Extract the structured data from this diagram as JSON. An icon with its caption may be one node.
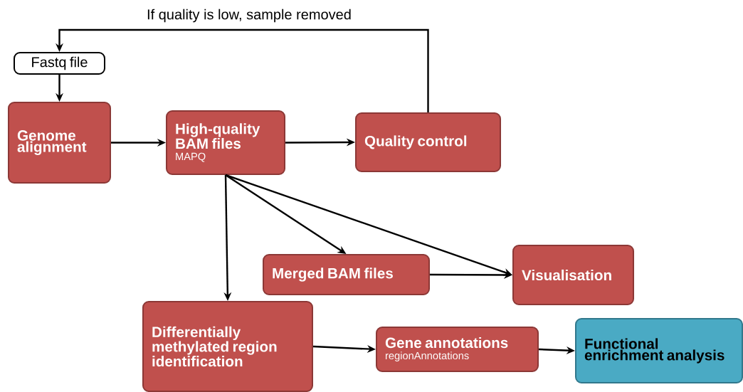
{
  "diagram": {
    "nodes": [
      {
        "text": [
          "Fastq file"
        ]
      },
      {
        "text": [
          "Genome alignment"
        ]
      },
      {
        "text": [
          "High-quality BAM files",
          "MAPQ"
        ]
      },
      {
        "text": [
          "Quality control"
        ]
      },
      {
        "text": [
          "Merged BAM files"
        ]
      },
      {
        "text": [
          "Visualisation"
        ]
      },
      {
        "text": [
          "Differentially methylated region identification"
        ]
      },
      {
        "text": [
          "Gene annotations",
          "regionAnnotations"
        ]
      },
      {
        "text": [
          "Functional enrichment analysis"
        ]
      }
    ],
    "edges": [
      {
        "from": 0,
        "to": 1,
        "arrow": "to"
      },
      {
        "from": 1,
        "to": 2,
        "arrow": "to"
      },
      {
        "from": 2,
        "to": 3,
        "arrow": "to"
      },
      {
        "from": 3,
        "to": 0,
        "arrow": "to",
        "label": "If quality is low, sample removed"
      },
      {
        "from": 2,
        "to": 4,
        "arrow": "to"
      },
      {
        "from": 2,
        "to": 5,
        "arrow": "to"
      },
      {
        "from": 2,
        "to": 6,
        "arrow": "to"
      },
      {
        "from": 4,
        "to": 5,
        "arrow": "to"
      },
      {
        "from": 6,
        "to": 7,
        "arrow": "to"
      },
      {
        "from": 7,
        "to": 8,
        "arrow": "to"
      }
    ]
  }
}
